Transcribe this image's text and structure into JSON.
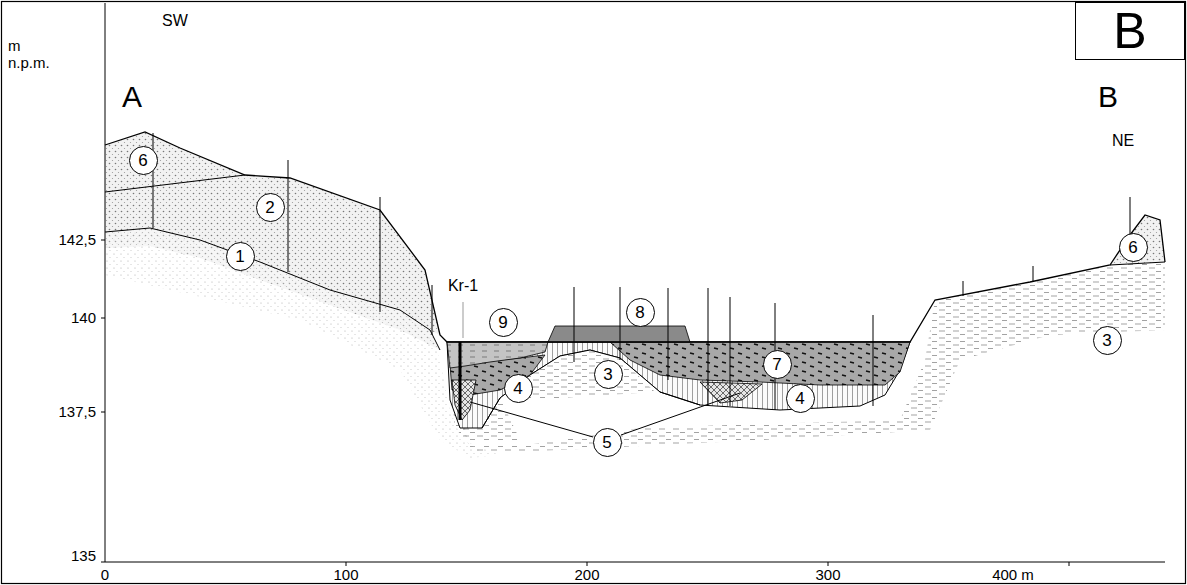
{
  "diagram": {
    "nodes": [
      {
        "text": [
          "B"
        ]
      },
      {
        "text": [
          "6"
        ]
      },
      {
        "text": [
          "2"
        ]
      },
      {
        "text": [
          "1"
        ]
      },
      {
        "text": [
          "9"
        ]
      },
      {
        "text": [
          "8"
        ]
      },
      {
        "text": [
          "7"
        ]
      },
      {
        "text": [
          "4"
        ]
      },
      {
        "text": [
          "3"
        ]
      },
      {
        "text": [
          "4"
        ]
      },
      {
        "text": [
          "5"
        ]
      },
      {
        "text": [
          "6"
        ]
      },
      {
        "text": [
          "3"
        ]
      }
    ],
    "labels": [
      "SW",
      "m n.p.m.",
      "A",
      "B",
      "NE",
      "Kr-1",
      "142,5",
      "140",
      "137,5",
      "135",
      "0",
      "100",
      "200",
      "300",
      "400 m"
    ]
  }
}
